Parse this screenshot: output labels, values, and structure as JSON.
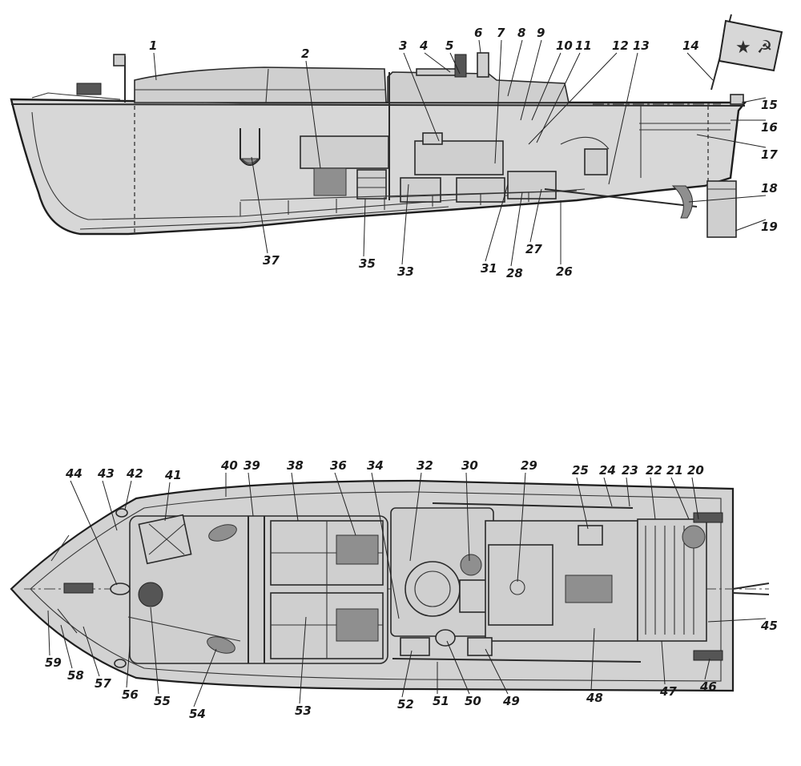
{
  "side_view": {
    "labels": [
      "1",
      "2",
      "3",
      "4",
      "5",
      "6",
      "7",
      "8",
      "9",
      "10",
      "11",
      "12",
      "13",
      "14",
      "15",
      "16",
      "17",
      "18",
      "19",
      "26",
      "27",
      "28",
      "31",
      "33",
      "35",
      "37"
    ]
  },
  "plan_view": {
    "labels": [
      "20",
      "21",
      "22",
      "23",
      "24",
      "25",
      "29",
      "30",
      "32",
      "34",
      "36",
      "38",
      "39",
      "40",
      "41",
      "42",
      "43",
      "44",
      "45",
      "46",
      "47",
      "48",
      "49",
      "50",
      "51",
      "52",
      "53",
      "54",
      "55",
      "56",
      "57",
      "58",
      "59"
    ]
  },
  "flag": {
    "symbols": "★ ☭",
    "color": "#2e2e2e"
  }
}
